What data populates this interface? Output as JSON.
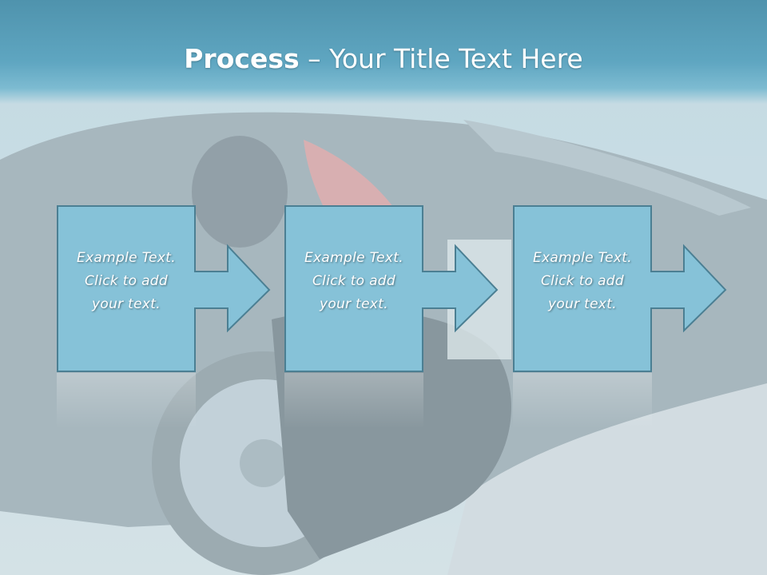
{
  "slide": {
    "title_bold": "Process",
    "title_rest": " – Your Title Text Here"
  },
  "steps": [
    {
      "line1": "Example Text.",
      "line2": "Click  to add",
      "line3": "your text."
    },
    {
      "line1": "Example Text.",
      "line2": "Click  to add",
      "line3": "your text."
    },
    {
      "line1": "Example Text.",
      "line2": "Click  to add",
      "line3": "your text."
    }
  ],
  "colors": {
    "header": "#5fa6c1",
    "box_fill": "#86c2d8",
    "box_border": "#4b7f93",
    "title_text": "#ffffff"
  }
}
